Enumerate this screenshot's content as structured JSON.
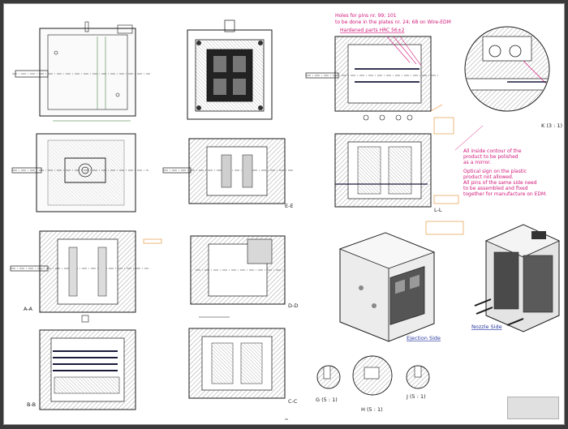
{
  "app": {
    "window": "engineering drawing sheet"
  },
  "colors": {
    "line": "#1a1a1a",
    "dim": "#2d6a2d",
    "accent": "#d0187a",
    "note_border": "#e08a2a",
    "hatch": "#6e6e6e",
    "link": "#2a3aa0",
    "sheet": "#ffffff",
    "frame": "#3a3a3a"
  },
  "notes": {
    "holes_line1": "Holes for pins nr. 99; 101",
    "holes_line2": "to be done in the plates nr. 24; 68 on Wire-EDM",
    "hardened": "Hardened parts HRC 56±2",
    "polish_line1": "All inside contour of the",
    "polish_line2": "product to be polished",
    "polish_line3": "as a mirror.",
    "optical_line1": "Optical sign on the plastic",
    "optical_line2": "product not allowed.",
    "optical_line3": "All pins of the same side need",
    "optical_line4": "to be assembled and fixed",
    "optical_line5": "together for manufacture on EDM."
  },
  "sections": {
    "aa": "A-A",
    "bb": "B-B",
    "cc": "C-C",
    "dd": "D-D",
    "ee": "E-E",
    "ll": "L-L",
    "k": "K (3 : 1)",
    "g": "G (5 : 1)",
    "h": "H (5 : 1)",
    "j": "J (5 : 1)"
  },
  "iso": {
    "ejection": "Ejection Side",
    "nozzle": "Nozzle Side"
  }
}
